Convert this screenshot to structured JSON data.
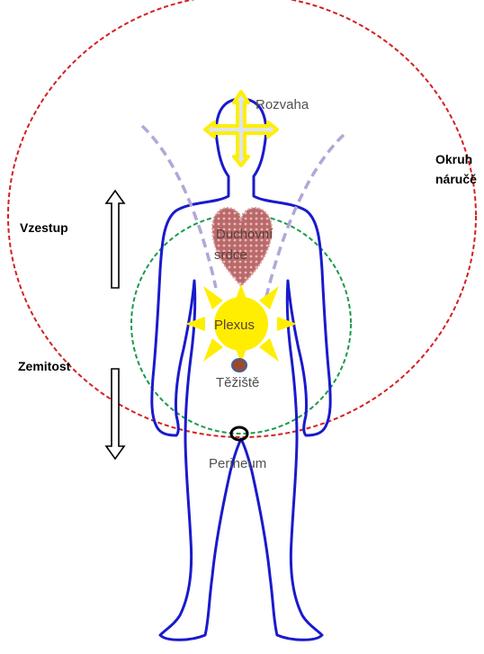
{
  "labels": {
    "rozvaha": "Rozvaha",
    "okruh_line1": "Okruh",
    "okruh_line2": "náručě",
    "vzestup": "Vzestup",
    "zemitost": "Zemitost",
    "duchovni_line1": "Duchovní",
    "duchovni_line2": "srdce",
    "plexus": "Plexus",
    "teziste": "Těžiště",
    "perineum": "Perineum"
  },
  "colors": {
    "body_outline": "#1a1acc",
    "outer_circle": "#d42020",
    "inner_circle": "#1a9a4a",
    "heart_fill": "#b86a6a",
    "heart_dots": "#f0b8b8",
    "sun": "#ffee00",
    "cross": "#ffee00",
    "dashed_lines": "#b0a8d8",
    "center_dot": "#9c4a2a"
  },
  "icons": {
    "cross": "cross-arrows-icon",
    "sun": "sun-icon",
    "heart": "heart-icon",
    "up_arrow": "arrow-up-icon",
    "down_arrow": "arrow-down-icon"
  }
}
